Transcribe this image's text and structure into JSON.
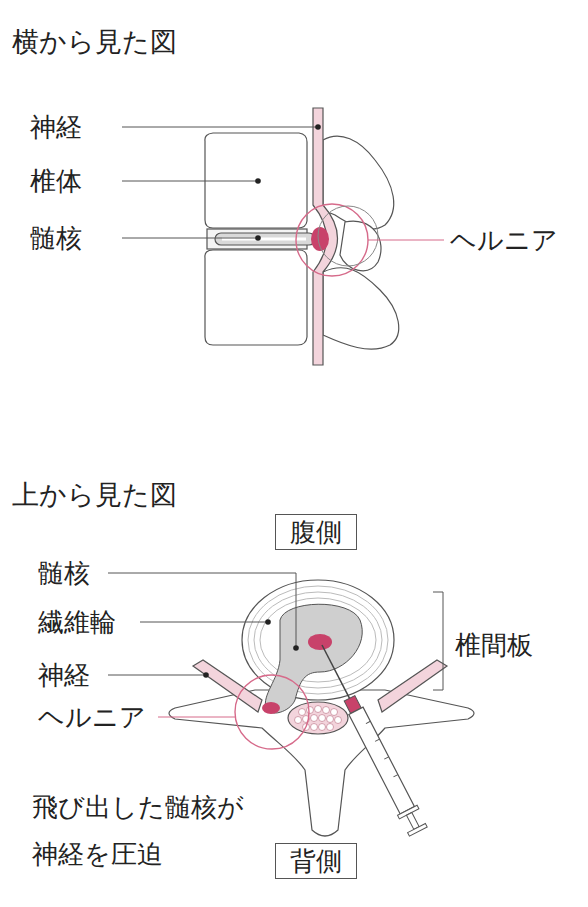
{
  "diagram": {
    "nodes": [
      {
        "text": [
          "腹側"
        ]
      },
      {
        "text": [
          "背側"
        ]
      }
    ],
    "labels": [
      "横から見た図",
      "神経",
      "椎体",
      "髄核",
      "ヘルニア",
      "上から見た図",
      "髄核",
      "繊維輪",
      "神経",
      "ヘルニア",
      "椎間板",
      "飛び出した髄核が 神経を圧迫"
    ]
  }
}
